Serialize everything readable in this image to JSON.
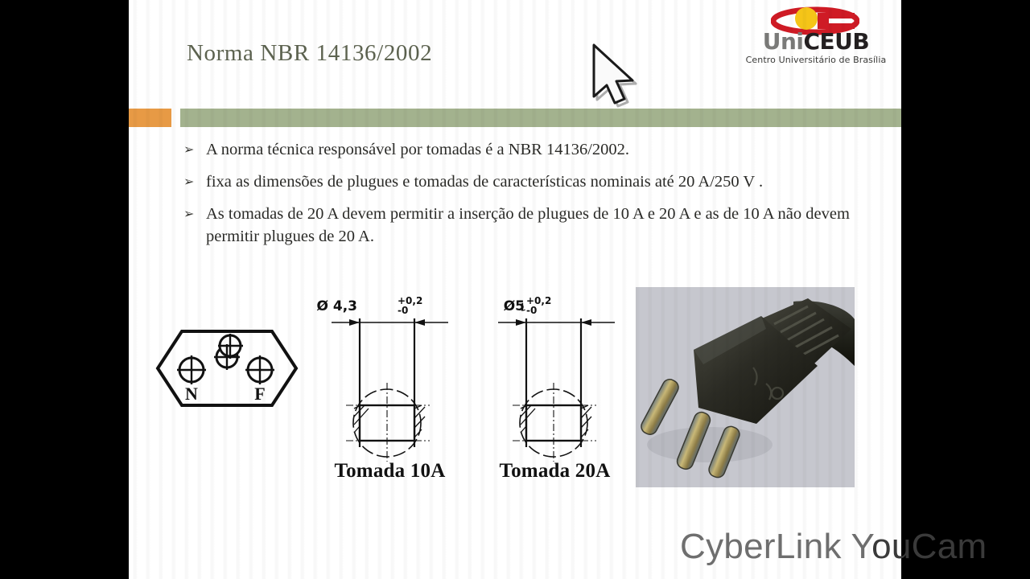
{
  "slide": {
    "title": "Norma NBR 14136/2002",
    "accent_orange": "#e79a45",
    "accent_green": "#a3b28e",
    "title_color": "#5d6350",
    "background": "#ffffff"
  },
  "logo": {
    "word_1": "Uni",
    "word_2": "CEUB",
    "tagline": "Centro Universitário de Brasília",
    "ring_color": "#cf1b25",
    "sun_color": "#f5c518"
  },
  "bullets": [
    {
      "marker": "➢",
      "text": "A norma técnica responsável por tomadas é a NBR 14136/2002."
    },
    {
      "marker": "➢",
      "text": " fixa as dimensões de plugues e tomadas de características nominais até 20 A/250 V ."
    },
    {
      "marker": "➢",
      "text": "As tomadas de 20 A devem permitir a inserção de plugues de 10 A e 20 A e as de 10 A não devem permitir plugues de 20 A."
    }
  ],
  "figures": {
    "socket_diagram": {
      "label_neutral": "N",
      "label_phase": "F"
    },
    "drawing_10a": {
      "diameter": "Ø 4,3",
      "tol_upper": "+0,2",
      "tol_lower": "-0",
      "caption": "Tomada 10A"
    },
    "drawing_20a": {
      "diameter": "Ø5",
      "tol_upper": "+0,2",
      "tol_lower": "-0",
      "caption": "Tomada 20A"
    },
    "plug_photo": {
      "background": "#c6c7ce",
      "body_color": "#2a2a26",
      "pin_color": "#b9a15c"
    }
  },
  "watermark": {
    "text_light": "CyberLink Y",
    "text_dim": "ouCam"
  }
}
